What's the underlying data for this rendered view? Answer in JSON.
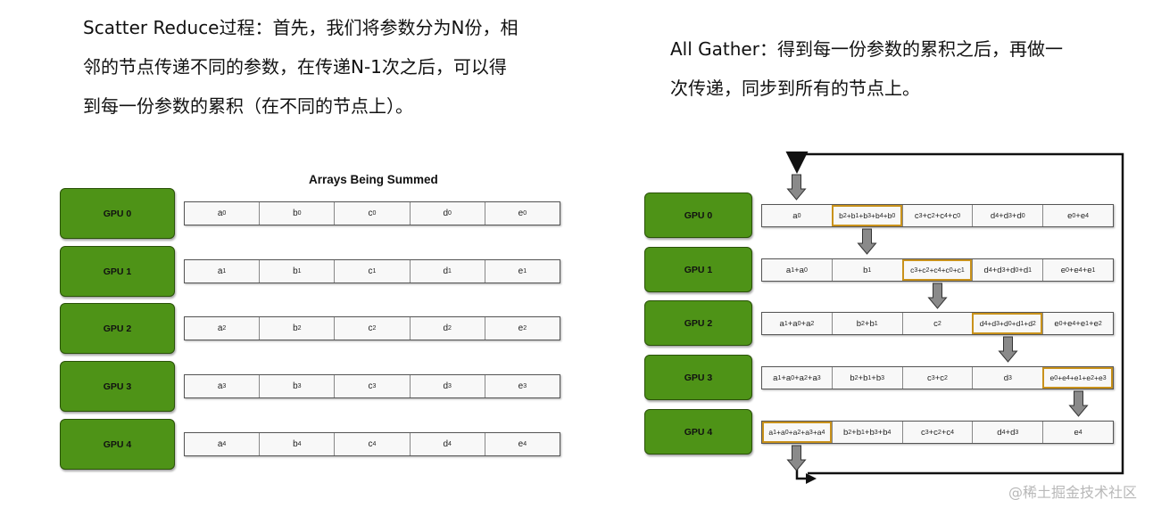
{
  "left_caption": {
    "lines": [
      "Scatter Reduce过程：首先，我们将参数分为N份，相",
      "邻的节点传递不同的参数，在传递N-1次之后，可以得",
      "到每一份参数的累积（在不同的节点上）。"
    ]
  },
  "right_caption": {
    "lines": [
      "All Gather：得到每一份参数的累积之后，再做一",
      "次传递，同步到所有的节点上。"
    ]
  },
  "left_panel": {
    "title": "Arrays Being Summed",
    "gpus": [
      {
        "label": "GPU 0",
        "cells": [
          "a_0",
          "b_0",
          "c_0",
          "d_0",
          "e_0"
        ]
      },
      {
        "label": "GPU 1",
        "cells": [
          "a_1",
          "b_1",
          "c_1",
          "d_1",
          "e_1"
        ]
      },
      {
        "label": "GPU 2",
        "cells": [
          "a_2",
          "b_2",
          "c_2",
          "d_2",
          "e_2"
        ]
      },
      {
        "label": "GPU 3",
        "cells": [
          "a_3",
          "b_3",
          "c_3",
          "d_3",
          "e_3"
        ]
      },
      {
        "label": "GPU 4",
        "cells": [
          "a_4",
          "b_4",
          "c_4",
          "d_4",
          "e_4"
        ]
      }
    ]
  },
  "right_panel": {
    "gpus": [
      {
        "label": "GPU 0",
        "cells": [
          "a_0",
          "b_2+b_1+b_3+b_4+b_0",
          "c_3+c_2+c_4+c_0",
          "d_4+d_3+d_0",
          "e_0+e_4"
        ],
        "highlight": 1
      },
      {
        "label": "GPU 1",
        "cells": [
          "a_1+a_0",
          "b_1",
          "c_3+c_2+c_4+c_0+c_1",
          "d_4+d_3+d_0+d_1",
          "e_0+e_4+e_1"
        ],
        "highlight": 2
      },
      {
        "label": "GPU 2",
        "cells": [
          "a_1+a_0+a_2",
          "b_2+b_1",
          "c_2",
          "d_4+d_3+d_0+d_1+d_2",
          "e_0+e_4+e_1+e_2"
        ],
        "highlight": 3
      },
      {
        "label": "GPU 3",
        "cells": [
          "a_1+a_0+a_2+a_3",
          "b_2+b_1+b_3",
          "c_3+c_2",
          "d_3",
          "e_0+e_4+e_1+e_2+e_3"
        ],
        "highlight": 4
      },
      {
        "label": "GPU 4",
        "cells": [
          "a_1+a_0+a_2+a_3+a_4",
          "b_2+b_1+b_3+b_4",
          "c_3+c_2+c_4",
          "d_4+d_3",
          "e_4"
        ],
        "highlight": 0
      }
    ]
  },
  "watermark": "@稀土掘金技术社区",
  "colors": {
    "gpu_fill": "#4e9317",
    "highlight_border": "#c9921b",
    "arrow_fill": "#8a8a8a"
  }
}
